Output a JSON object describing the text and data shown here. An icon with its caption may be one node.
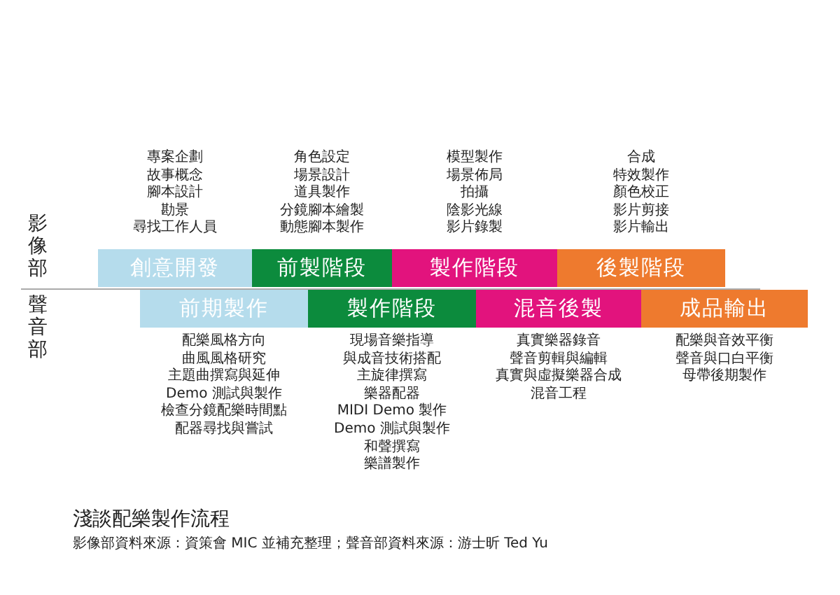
{
  "diagram": {
    "title": "淺談配樂製作流程",
    "caption": "影像部資料來源：資策會 MIC 並補充整理；聲音部資料來源：游士昕 Ted Yu",
    "nodes": [
      {
        "text": [
          "創意開發"
        ],
        "beside": [
          "專案企劃",
          "故事概念",
          "腳本設計",
          "勘景",
          "尋找工作人員"
        ]
      },
      {
        "text": [
          "前製階段"
        ],
        "beside": [
          "角色設定",
          "場景設計",
          "道具製作",
          "分鏡腳本繪製",
          "動態腳本製作"
        ]
      },
      {
        "text": [
          "製作階段"
        ],
        "beside": [
          "模型製作",
          "場景佈局",
          "拍攝",
          "陰影光線",
          "影片錄製"
        ]
      },
      {
        "text": [
          "後製階段"
        ],
        "beside": [
          "合成",
          "特效製作",
          "顏色校正",
          "影片剪接",
          "影片輸出"
        ]
      },
      {
        "text": [
          "前期製作"
        ],
        "beside": [
          "配樂風格方向",
          "曲風風格研究",
          "主題曲撰寫與延伸",
          "Demo 測試與製作",
          "檢查分鏡配樂時間點",
          "配器尋找與嘗試"
        ]
      },
      {
        "text": [
          "製作階段"
        ],
        "beside": [
          "現場音樂指導",
          "與成音技術搭配",
          "主旋律撰寫",
          "樂器配器",
          "MIDI Demo 製作",
          "Demo 測試與製作",
          "和聲撰寫",
          "樂譜製作"
        ]
      },
      {
        "text": [
          "混音後製"
        ],
        "beside": [
          "真實樂器錄音",
          "聲音剪輯與編輯",
          "真實與虛擬樂器合成",
          "混音工程"
        ]
      },
      {
        "text": [
          "成品輸出"
        ],
        "beside": [
          "配樂與音效平衡",
          "聲音與口白平衡",
          "母帶後期製作"
        ]
      }
    ],
    "labels": [
      "影像部",
      "聲音部"
    ]
  }
}
